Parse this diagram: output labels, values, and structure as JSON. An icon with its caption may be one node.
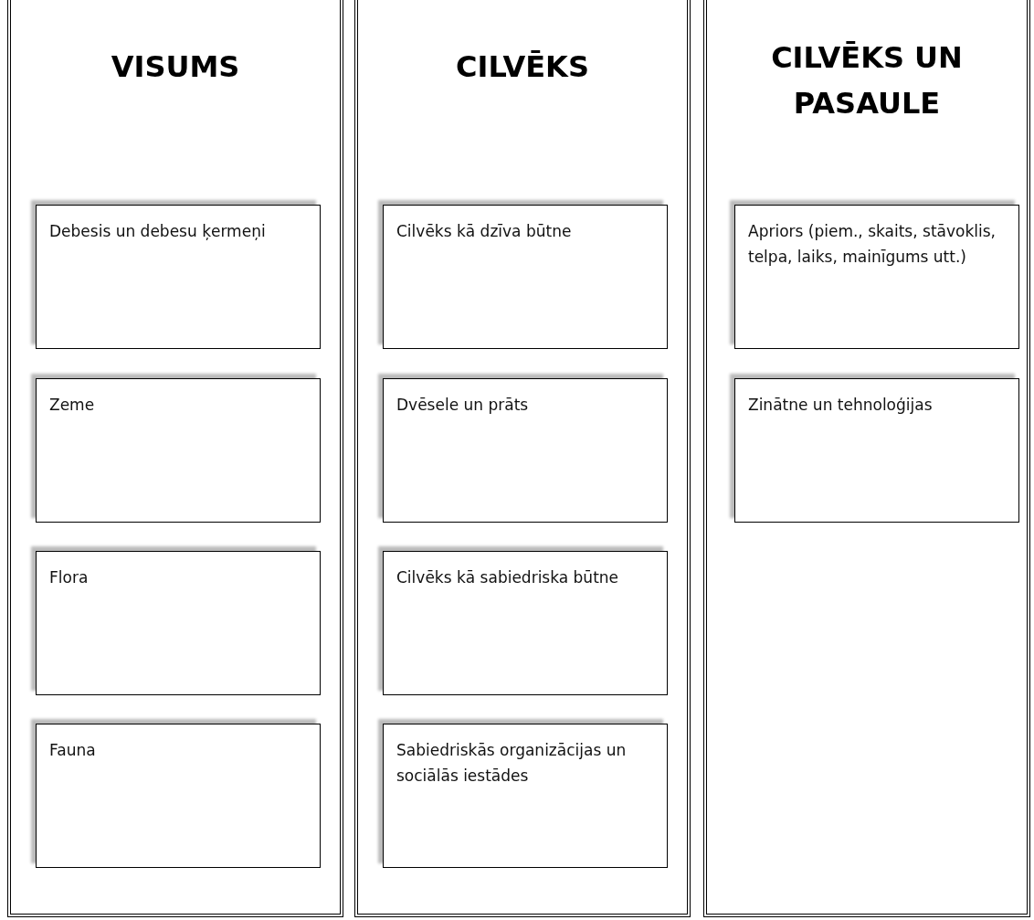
{
  "diagram": {
    "nodes": [
      {
        "text": [
          "VISUMS"
        ]
      },
      {
        "text": [
          "Debesis un debesu ķermeņi"
        ],
        "in": 0
      },
      {
        "text": [
          "Zeme"
        ],
        "in": 0
      },
      {
        "text": [
          "Flora"
        ],
        "in": 0
      },
      {
        "text": [
          "Fauna"
        ],
        "in": 0
      },
      {
        "text": [
          "CILVĒKS"
        ]
      },
      {
        "text": [
          "Cilvēks kā dzīva būtne"
        ],
        "in": 5
      },
      {
        "text": [
          "Dvēsele un prāts"
        ],
        "in": 5
      },
      {
        "text": [
          "Cilvēks kā sabiedriska būtne"
        ],
        "in": 5
      },
      {
        "text": [
          "Sabiedriskās organizācijas un sociālās iestādes"
        ],
        "in": 5
      },
      {
        "text": [
          "CILVĒKS UN PASAULE"
        ]
      },
      {
        "text": [
          "Apriors (piem., skaits, stāvoklis, telpa, laiks, mainīgums utt.)"
        ],
        "in": 10
      },
      {
        "text": [
          "Zinātne un tehnoloģijas"
        ],
        "in": 10
      }
    ]
  }
}
